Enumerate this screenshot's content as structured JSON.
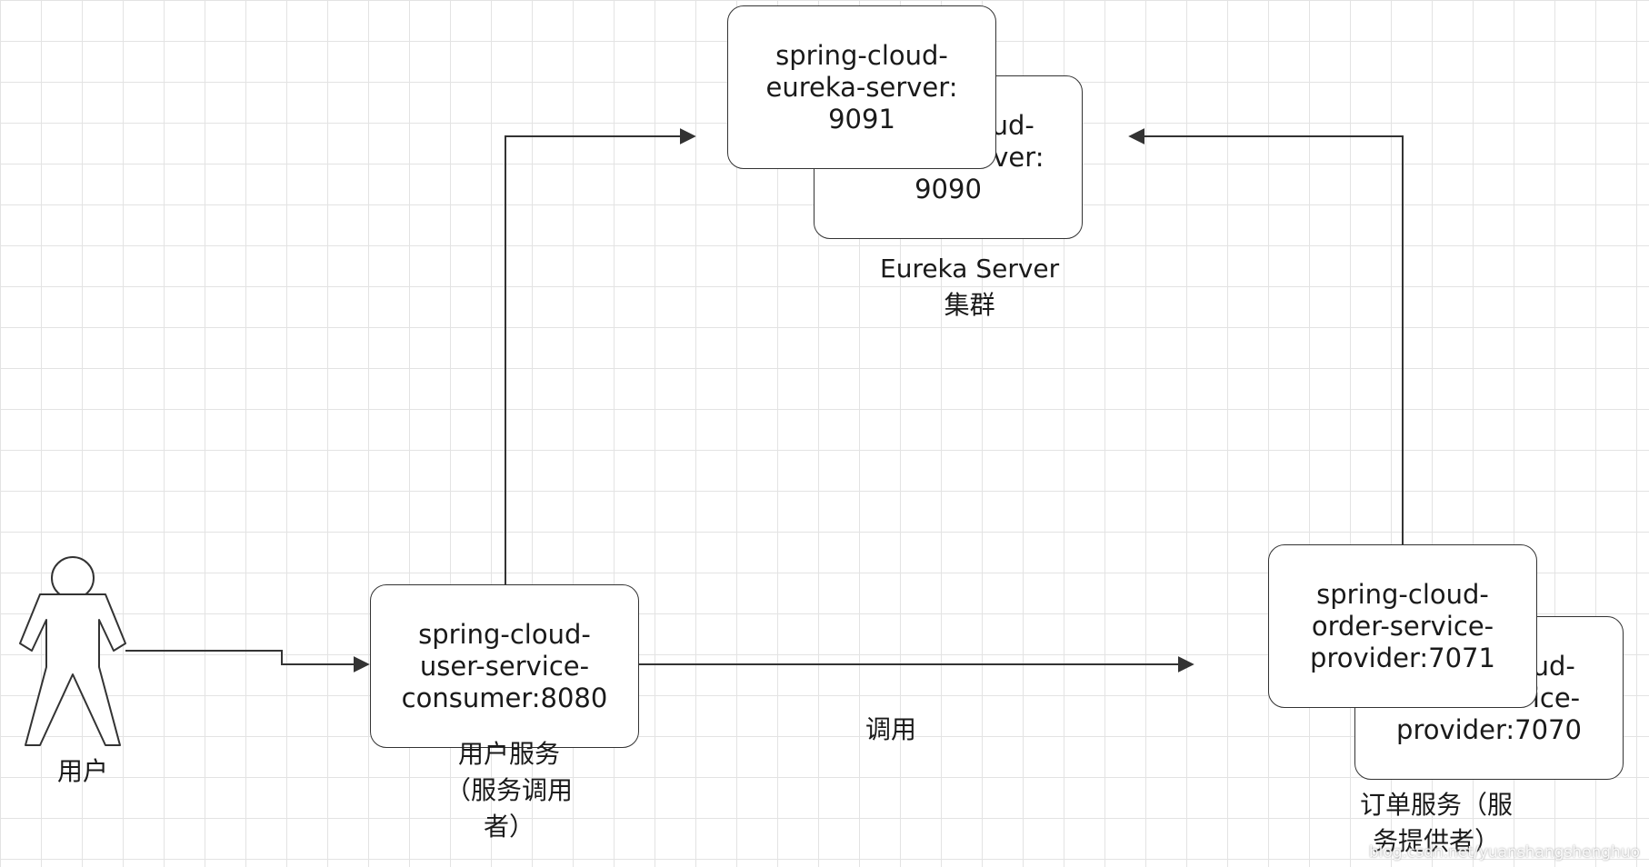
{
  "nodes": {
    "eureka_back": "spring-cloud-\neureka-server:\n9090",
    "eureka_front": "spring-cloud-\neureka-server:\n9091",
    "user_service": "spring-cloud-\nuser-service-\nconsumer:8080",
    "order_back": "spring-cloud-\norder-service-\nprovider:7070",
    "order_front": "spring-cloud-\norder-service-\nprovider:7071"
  },
  "labels": {
    "eureka_cluster": "Eureka Server\n集群",
    "user": "用户",
    "user_service": "用户服务\n（服务调用\n者）",
    "call": "调用",
    "order_service": "订单服务（服\n务提供者）"
  },
  "watermark": "blog.csdn.net/yuanshangshenghuo",
  "colors": {
    "line": "#333333",
    "grid": "#e3e3e3"
  }
}
